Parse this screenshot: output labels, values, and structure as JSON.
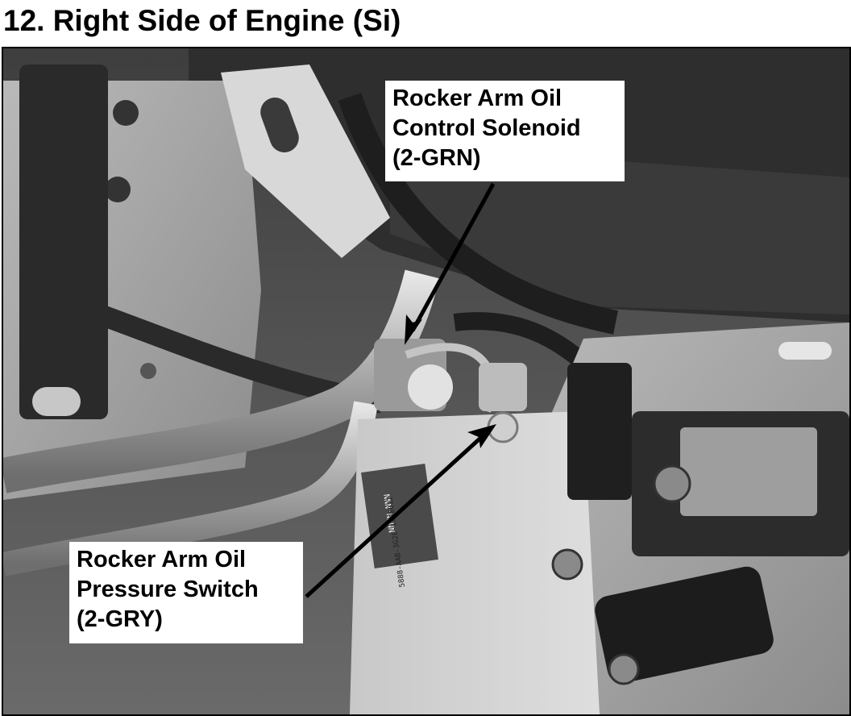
{
  "title": "12. Right Side of Engine (Si)",
  "photo": {
    "callouts": [
      {
        "lines": [
          "Rocker Arm Oil",
          "Control Solenoid",
          "(2-GRN)"
        ]
      },
      {
        "lines": [
          "Rocker Arm Oil",
          "Pressure Switch",
          "(2-GRY)"
        ]
      }
    ],
    "part_label": "NNNN-NNN",
    "part_number": "5888-AAB-3G2E-1000012"
  },
  "colors": {
    "frame": "#000000",
    "callout_background": "#ffffff",
    "arrow": "#000000"
  }
}
